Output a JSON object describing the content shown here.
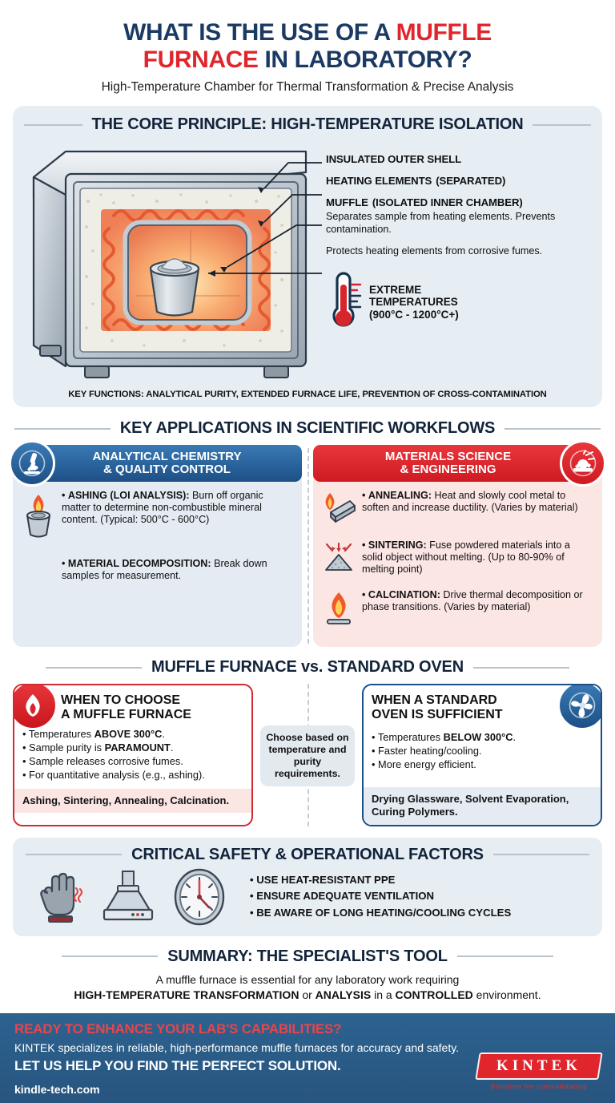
{
  "header": {
    "title_part1": "WHAT IS THE USE OF A ",
    "title_red1": "MUFFLE",
    "title_red2": "FURNACE",
    "title_part2": " IN LABORATORY?",
    "subtitle": "High-Temperature Chamber for Thermal Transformation & Precise Analysis"
  },
  "core": {
    "heading": "THE CORE PRINCIPLE: HIGH-TEMPERATURE ISOLATION",
    "callouts": [
      {
        "head": "INSULATED OUTER SHELL",
        "small": "",
        "sub": ""
      },
      {
        "head": "HEATING ELEMENTS",
        "small": "(SEPARATED)",
        "sub": ""
      },
      {
        "head": "MUFFLE",
        "small": "(ISOLATED INNER CHAMBER)",
        "sub": ""
      }
    ],
    "arrow_notes": [
      "Separates sample from heating elements. Prevents contamination.",
      "Protects heating elements from corrosive fumes."
    ],
    "thermo": {
      "line1": "EXTREME",
      "line2": "TEMPERATURES",
      "line3": "(900°C - 1200°C+)"
    },
    "key_functions": "KEY FUNCTIONS: ANALYTICAL PURITY, EXTENDED FURNACE LIFE, PREVENTION OF CROSS-CONTAMINATION"
  },
  "applications": {
    "heading": "KEY APPLICATIONS IN SCIENTIFIC WORKFLOWS",
    "left": {
      "title_line1": "ANALYTICAL CHEMISTRY",
      "title_line2": "& QUALITY CONTROL",
      "badge_icon": "microscope-icon",
      "items": [
        {
          "icon": "crucible-flame-icon",
          "bold": "ASHING (LOI ANALYSIS):",
          "rest": " Burn off organic matter to determine non-combustible mineral content. (Typical: 500°C - 600°C)"
        },
        {
          "icon": "none",
          "bold": "MATERIAL DECOMPOSITION:",
          "rest": " Break down samples for measurement."
        }
      ]
    },
    "right": {
      "title_line1": "MATERIALS SCIENCE",
      "title_line2": "& ENGINEERING",
      "badge_icon": "metal-forming-icon",
      "items": [
        {
          "icon": "metal-bar-flame-icon",
          "bold": "ANNEALING:",
          "rest": " Heat and slowly cool metal to soften and increase ductility. (Varies by material)"
        },
        {
          "icon": "powder-compression-icon",
          "bold": "SINTERING:",
          "rest": " Fuse powdered materials into a solid object without melting. (Up to 80-90% of melting point)"
        },
        {
          "icon": "flame-plate-icon",
          "bold": "CALCINATION:",
          "rest": " Drive thermal decomposition or phase transitions. (Varies by material)"
        }
      ]
    }
  },
  "comparison": {
    "heading": "MUFFLE FURNACE vs. STANDARD OVEN",
    "left": {
      "badge_icon": "flame-icon",
      "title_line1": "WHEN TO CHOOSE",
      "title_line2": "A MUFFLE FURNACE",
      "bullets": [
        {
          "pre": "Temperatures ",
          "bold": "ABOVE 300°C",
          "post": "."
        },
        {
          "pre": "Sample purity is ",
          "bold": "PARAMOUNT",
          "post": "."
        },
        {
          "pre": "Sample releases corrosive fumes.",
          "bold": "",
          "post": ""
        },
        {
          "pre": "For quantitative analysis (e.g., ashing).",
          "bold": "",
          "post": ""
        }
      ],
      "footer": "Ashing, Sintering, Annealing, Calcination."
    },
    "middle": "Choose based on temperature and purity requirements.",
    "right": {
      "badge_icon": "fan-icon",
      "title_line1": "WHEN A STANDARD",
      "title_line2": "OVEN IS SUFFICIENT",
      "bullets": [
        {
          "pre": "Temperatures ",
          "bold": "BELOW 300°C",
          "post": "."
        },
        {
          "pre": "Faster heating/cooling.",
          "bold": "",
          "post": ""
        },
        {
          "pre": "More energy efficient.",
          "bold": "",
          "post": ""
        }
      ],
      "footer": "Drying Glassware, Solvent Evaporation, Curing Polymers."
    }
  },
  "safety": {
    "heading": "CRITICAL SAFETY & OPERATIONAL FACTORS",
    "icons": [
      "heat-glove-icon",
      "fume-hood-icon",
      "clock-icon"
    ],
    "bullets": [
      "USE HEAT-RESISTANT PPE",
      "ENSURE ADEQUATE VENTILATION",
      "BE AWARE OF LONG HEATING/COOLING CYCLES"
    ]
  },
  "summary": {
    "heading": "SUMMARY: THE SPECIALIST'S TOOL",
    "line1": "A muffle furnace is essential for any laboratory work requiring",
    "line2_a": "HIGH-TEMPERATURE TRANSFORMATION",
    "line2_b": " or ",
    "line2_c": "ANALYSIS",
    "line2_d": " in a ",
    "line2_e": "CONTROLLED",
    "line2_f": " environment."
  },
  "footer": {
    "headline": "READY TO ENHANCE YOUR LAB'S CAPABILITIES?",
    "sub": "KINTEK specializes in reliable, high-performance muffle furnaces for accuracy and safety.",
    "cta": "LET US HELP YOU FIND THE PERFECT SOLUTION.",
    "url": "kindle-tech.com",
    "logo_text": "KINTEK",
    "logo_tagline": "Solution for consolidating"
  },
  "colors": {
    "navy": "#1b3a63",
    "red": "#e0262c",
    "blue": "#1d4f86",
    "panel_blue": "#e6edf3",
    "panel_red": "#fbe6e4",
    "footer_blue": "#2d628f"
  }
}
